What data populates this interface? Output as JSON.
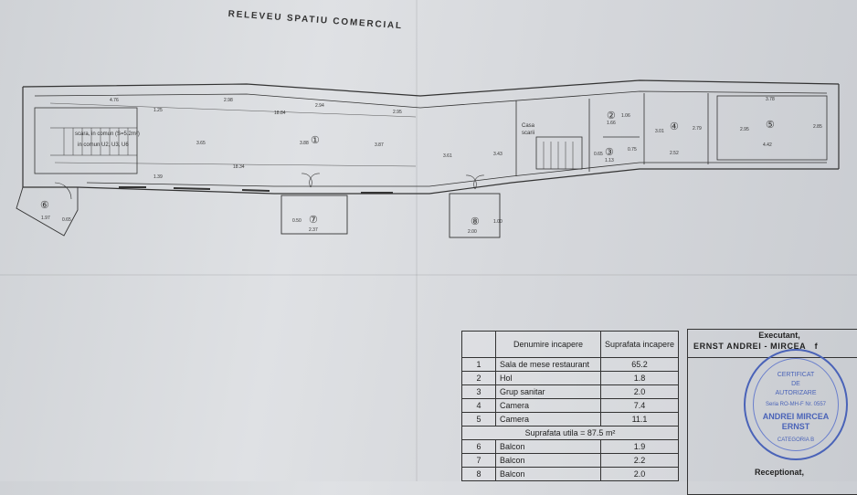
{
  "title": "RELEVEU SPATIU COMERCIAL",
  "plan": {
    "rooms": [
      {
        "id": "room-1",
        "label": "①"
      },
      {
        "id": "room-2",
        "label": "②"
      },
      {
        "id": "room-3",
        "label": "③"
      },
      {
        "id": "room-4",
        "label": "④"
      },
      {
        "id": "room-5",
        "label": "⑤"
      },
      {
        "id": "room-6",
        "label": "⑥"
      },
      {
        "id": "room-7",
        "label": "⑦"
      },
      {
        "id": "room-8",
        "label": "⑧"
      }
    ],
    "notes": {
      "stair_left_1": "scara, in comun (S=5.2m²)",
      "stair_left_2": "in comun U2, U3, U6",
      "stair_right_1": "Casa",
      "stair_right_2": "scarii"
    },
    "dims": {
      "d476": "4.76",
      "d298": "2.98",
      "d294": "2.94",
      "d295": "2.95",
      "d1884": "18.84",
      "d1834": "18.34",
      "d125": "1.25",
      "d139": "1.39",
      "d365": "3.65",
      "d388": "3.88",
      "d387": "3.87",
      "d361": "3.61",
      "d343": "3.43",
      "d237": "2.37",
      "d050": "0.50",
      "d200": "2.00",
      "d100": "1.00",
      "d166": "1.66",
      "d106": "1.06",
      "d113": "1.13",
      "d075": "0.75",
      "d065": "0.65",
      "d301": "3.01",
      "d279": "2.79",
      "d252": "2.52",
      "d378": "3.78",
      "d295b": "2.95",
      "d442": "4.42",
      "d285": "2.85",
      "d197": "1.97",
      "d065b": "0.65"
    }
  },
  "table": {
    "header_name": "Denumire incapere",
    "header_area": "Suprafata incapere",
    "rows": [
      {
        "nr": "1",
        "name": "Sala de mese restaurant",
        "area": "65.2"
      },
      {
        "nr": "2",
        "name": "Hol",
        "area": "1.8"
      },
      {
        "nr": "3",
        "name": "Grup sanitar",
        "area": "2.0"
      },
      {
        "nr": "4",
        "name": "Camera",
        "area": "7.4"
      },
      {
        "nr": "5",
        "name": "Camera",
        "area": "11.1"
      }
    ],
    "summary": "Suprafata utila = 87.5 m²",
    "balconies": [
      {
        "nr": "6",
        "name": "Balcon",
        "area": "1.9"
      },
      {
        "nr": "7",
        "name": "Balcon",
        "area": "2.2"
      },
      {
        "nr": "8",
        "name": "Balcon",
        "area": "2.0"
      }
    ]
  },
  "executant": {
    "title": "Executant,",
    "name": "ERNST ANDREI - MIRCEA",
    "cut_text": "f",
    "received": "Receptionat,"
  },
  "stamp": {
    "l1": "CERTIFICAT",
    "l2": "DE",
    "l3": "AUTORIZARE",
    "l4": "Seria RO-MH-F Nr. 0557",
    "l5": "ANDREI MIRCEA",
    "l6": "ERNST",
    "l7": "CATEGORIA B"
  },
  "colors": {
    "ink": "#333333",
    "stamp": "#4a63b8"
  }
}
